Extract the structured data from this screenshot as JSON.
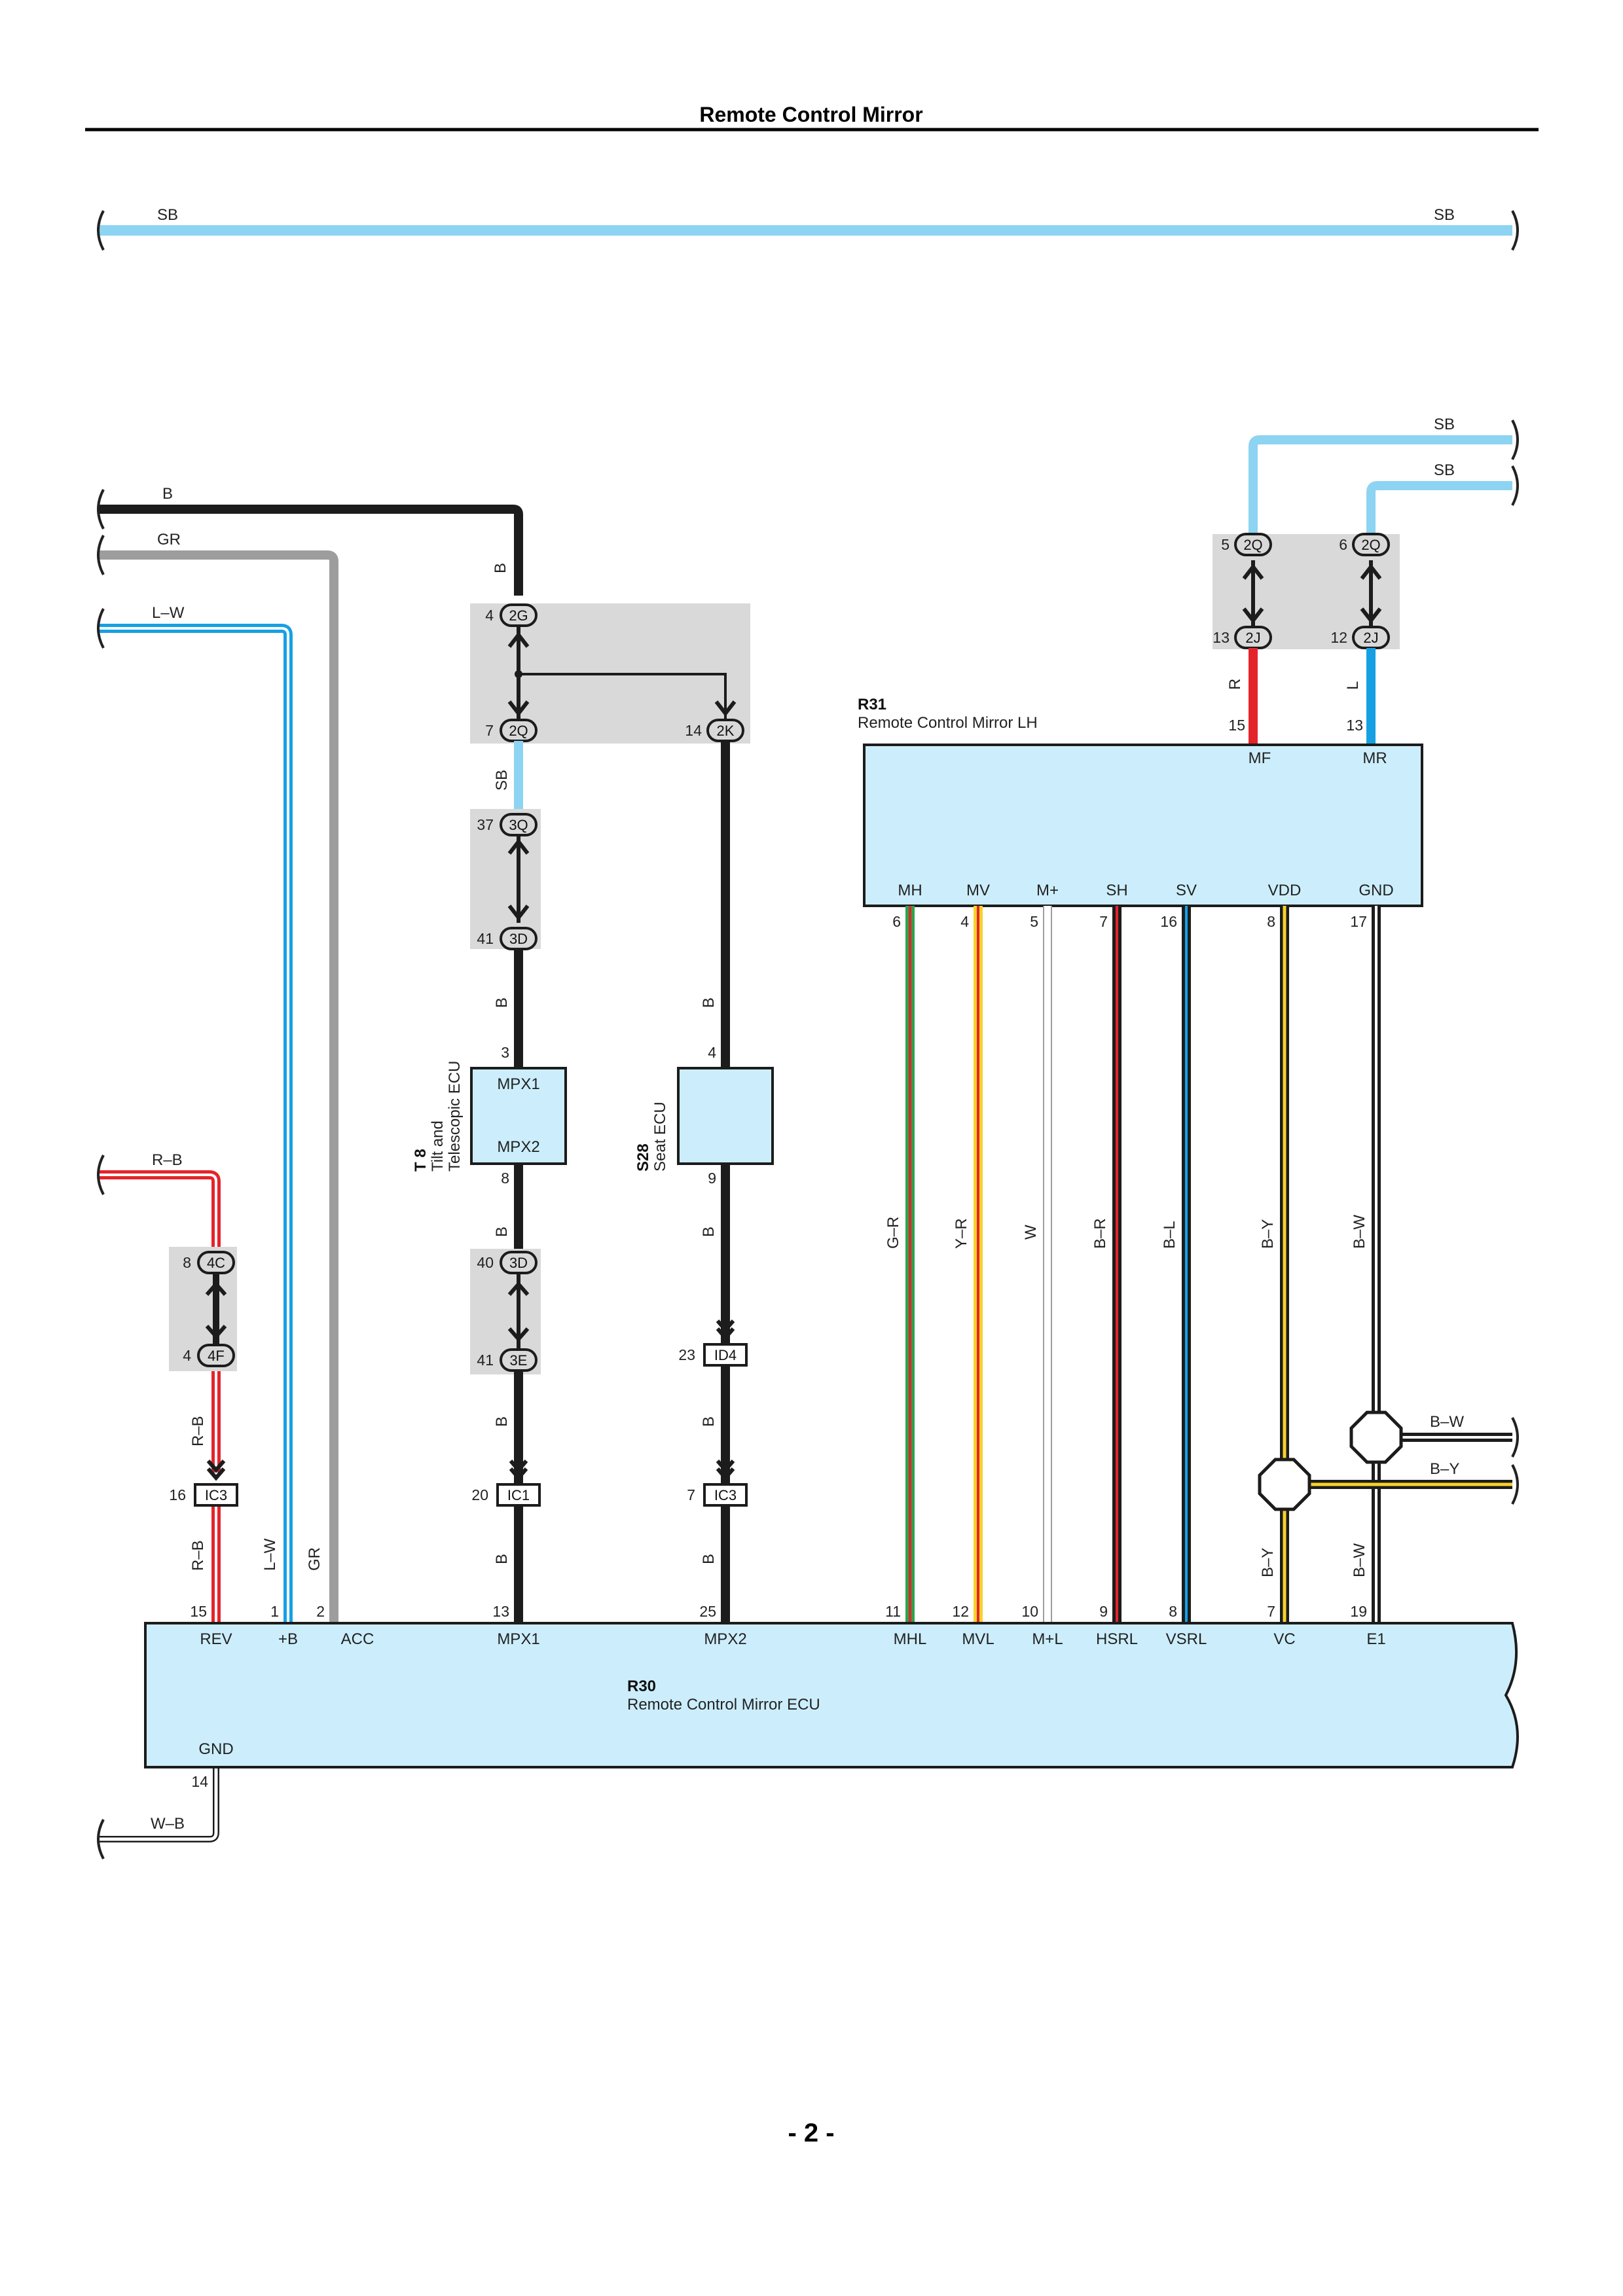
{
  "page": {
    "title": "Remote Control Mirror",
    "number": "- 2 -"
  },
  "colors": {
    "SB": "#8dd4f2",
    "L": "#16a0e3",
    "B": "#1c1c1c",
    "GR": "#9d9d9d",
    "R": "#e4242b",
    "W": "#ffffff",
    "Y": "#f7d22b",
    "G": "#2fa24a",
    "ecu_fill": "#cceefc",
    "connector_box": "#d9d9d9"
  },
  "wires": {
    "top_sb_left": "SB",
    "top_sb_right": "SB",
    "b_left": "B",
    "gr_left": "GR",
    "lw_left": "L–W",
    "rb_left": "R–B",
    "wb_left": "W–B",
    "sb_right_1": "SB",
    "sb_right_2": "SB",
    "bw_right": "B–W",
    "by_right": "B–Y",
    "b_vertical_1": "B",
    "sb_vertical": "SB",
    "b_vertical_2": "B",
    "b_vertical_3": "B",
    "b_vertical_4": "B",
    "b_seat_1": "B",
    "b_seat_2": "B",
    "b_seat_3": "B",
    "b_seat_4": "B",
    "rb_vertical_1": "R–B",
    "rb_vertical_2": "R–B",
    "lw_vertical": "L–W",
    "gr_vertical": "GR",
    "r_mf": "R",
    "l_mr": "L",
    "gr_mh": "G–R",
    "yr_mv": "Y–R",
    "w_m": "W",
    "br_sh": "B–R",
    "bl_sv": "B–L",
    "by_vdd": "B–Y",
    "bw_gnd": "B–W",
    "by_vc": "B–Y",
    "bw_e1": "B–W"
  },
  "connectors": [
    {
      "id": "2G",
      "pin": "4"
    },
    {
      "id": "2Q",
      "pin": "7"
    },
    {
      "id": "2K",
      "pin": "14"
    },
    {
      "id": "3Q",
      "pin": "37"
    },
    {
      "id": "3D",
      "pin": "41"
    },
    {
      "id": "3D",
      "pin": "40"
    },
    {
      "id": "3E",
      "pin": "41"
    },
    {
      "id": "ID4",
      "pin": "23"
    },
    {
      "id": "IC1",
      "pin": "20"
    },
    {
      "id": "IC3",
      "pin": "7"
    },
    {
      "id": "IC3",
      "pin": "16"
    },
    {
      "id": "4C",
      "pin": "8"
    },
    {
      "id": "4F",
      "pin": "4"
    },
    {
      "id": "2Q",
      "pin": "5"
    },
    {
      "id": "2Q",
      "pin": "6"
    },
    {
      "id": "2J",
      "pin": "13"
    },
    {
      "id": "2J",
      "pin": "12"
    }
  ],
  "t8": {
    "code": "T 8",
    "name_line1": "Tilt and",
    "name_line2": "Telescopic ECU",
    "term1": "MPX1",
    "term2": "MPX2",
    "pin1": "3",
    "pin2": "8"
  },
  "s28": {
    "code": "S28",
    "name": "Seat ECU",
    "pin1": "4",
    "pin2": "9"
  },
  "r31": {
    "code": "R31",
    "name": "Remote Control Mirror LH",
    "top_terms": [
      {
        "label": "MF",
        "pin": "15"
      },
      {
        "label": "MR",
        "pin": "13"
      }
    ],
    "bottom_terms": [
      {
        "label": "MH",
        "pin": "6"
      },
      {
        "label": "MV",
        "pin": "4"
      },
      {
        "label": "M+",
        "pin": "5"
      },
      {
        "label": "SH",
        "pin": "7"
      },
      {
        "label": "SV",
        "pin": "16"
      },
      {
        "label": "VDD",
        "pin": "8"
      },
      {
        "label": "GND",
        "pin": "17"
      }
    ]
  },
  "r30": {
    "code": "R30",
    "name": "Remote Control Mirror ECU",
    "terms": [
      {
        "label": "REV",
        "pin": "15"
      },
      {
        "label": "+B",
        "pin": "1"
      },
      {
        "label": "ACC",
        "pin": "2"
      },
      {
        "label": "MPX1",
        "pin": "13"
      },
      {
        "label": "MPX2",
        "pin": "25"
      },
      {
        "label": "MHL",
        "pin": "11"
      },
      {
        "label": "MVL",
        "pin": "12"
      },
      {
        "label": "M+L",
        "pin": "10"
      },
      {
        "label": "HSRL",
        "pin": "9"
      },
      {
        "label": "VSRL",
        "pin": "8"
      },
      {
        "label": "VC",
        "pin": "7"
      },
      {
        "label": "E1",
        "pin": "19"
      }
    ],
    "gnd_label": "GND",
    "gnd_pin": "14"
  }
}
